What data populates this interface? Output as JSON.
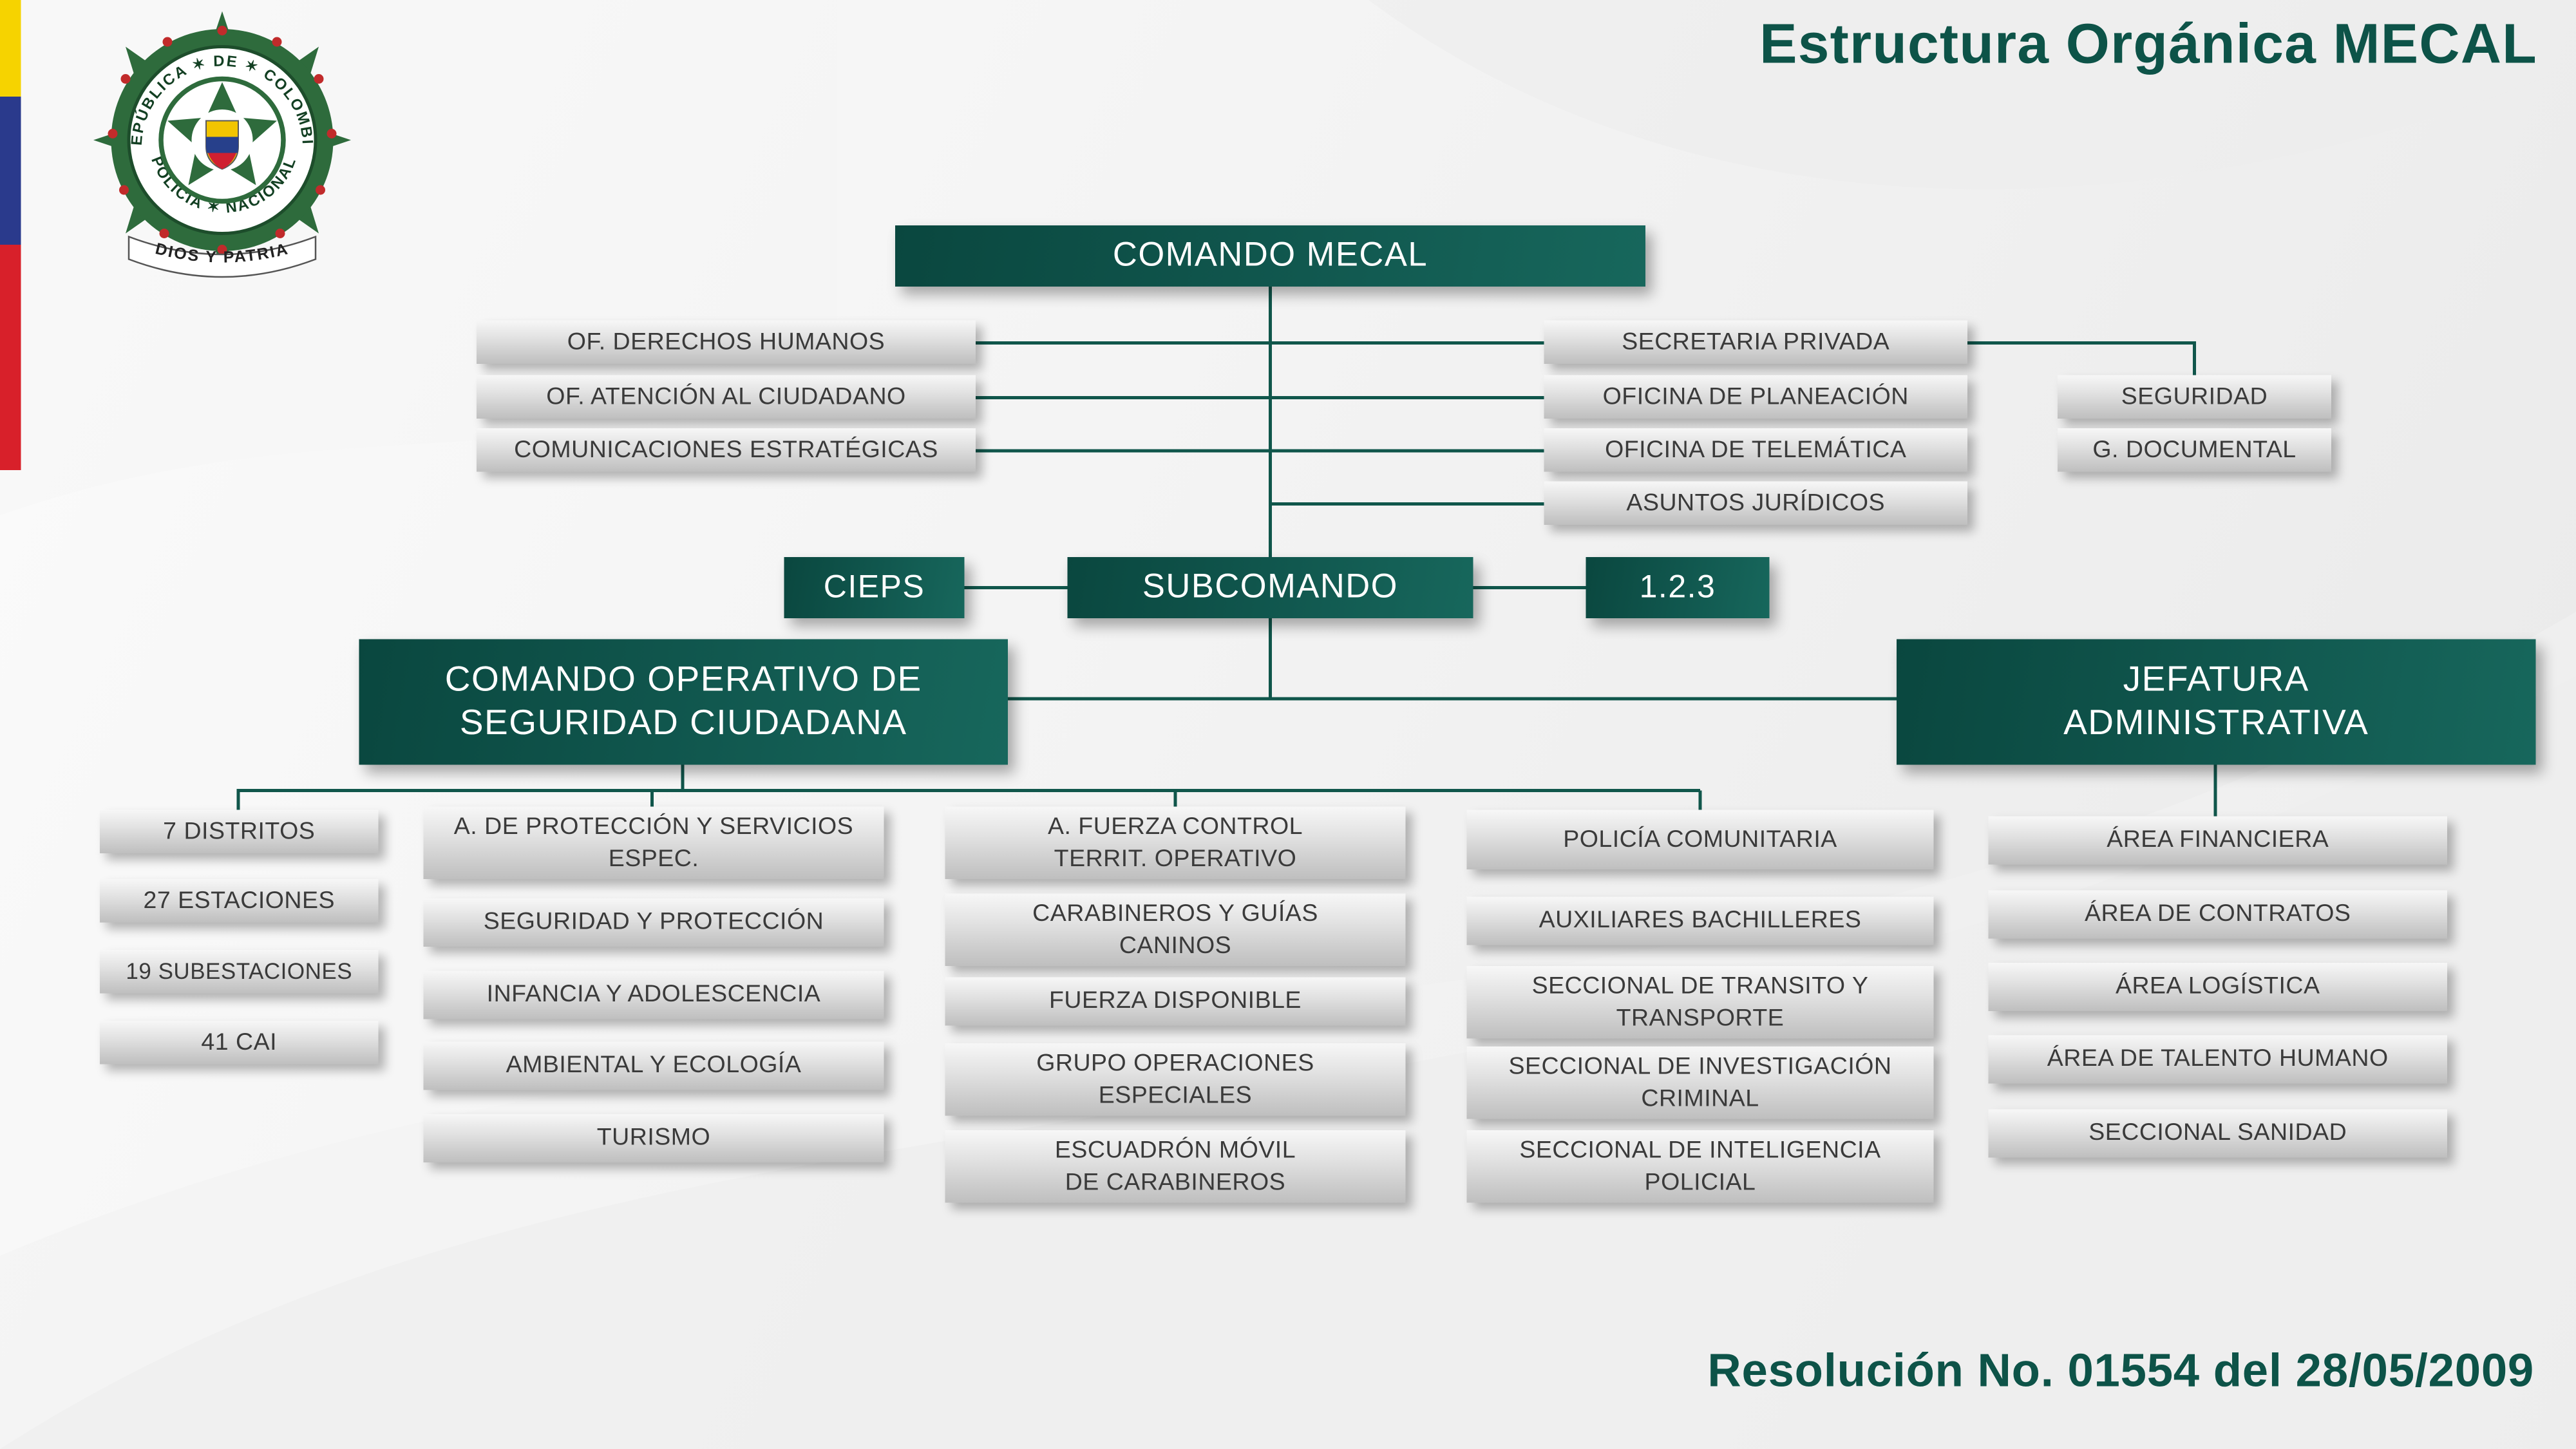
{
  "colors": {
    "teal_dark": "#0a473f",
    "teal_mid": "#11584f",
    "teal_light": "#17675c",
    "accent_text": "#0d5348",
    "line": "#10564b",
    "flag_yellow": "#f6d300",
    "flag_blue": "#2a3a8c",
    "flag_red": "#d8202a"
  },
  "header": {
    "title": "Estructura Orgánica MECAL"
  },
  "footer": {
    "resolution": "Resolución No. 01554 del 28/05/2009"
  },
  "logo": {
    "ring_top": "REPÚBLICA ✶ DE ✶ COLOMBIA",
    "ring_bottom": "POLICÍA ✶ NACIONAL",
    "banner": "DIOS Y PATRIA"
  },
  "org": {
    "root": "COMANDO MECAL",
    "staff_left": [
      "OF.  DERECHOS HUMANOS",
      "OF. ATENCIÓN AL CIUDADANO",
      "COMUNICACIONES ESTRATÉGICAS"
    ],
    "staff_right": [
      "SECRETARIA PRIVADA",
      "OFICINA DE PLANEACIÓN",
      "OFICINA DE TELEMÁTICA",
      "ASUNTOS JURÍDICOS"
    ],
    "staff_far_right": [
      "SEGURIDAD",
      "G. DOCUMENTAL"
    ],
    "cieps": "CIEPS",
    "subcomando": "SUBCOMANDO",
    "code": "1.2.3",
    "branch_operativo": "COMANDO OPERATIVO DE\nSEGURIDAD CIUDADANA",
    "branch_jefatura": "JEFATURA\nADMINISTRATIVA",
    "distritos": [
      "7 DISTRITOS",
      "27 ESTACIONES",
      "19 SUBESTACIONES",
      "41 CAI"
    ],
    "proteccion": [
      "A. DE PROTECCIÓN Y SERVICIOS\nESPEC.",
      "SEGURIDAD Y PROTECCIÓN",
      "INFANCIA Y ADOLESCENCIA",
      "AMBIENTAL Y ECOLOGÍA",
      "TURISMO"
    ],
    "fuerza": [
      "A. FUERZA CONTROL\nTERRIT.  OPERATIVO",
      "CARABINEROS Y GUÍAS\nCANINOS",
      "FUERZA DISPONIBLE",
      "GRUPO OPERACIONES\nESPECIALES",
      "ESCUADRÓN MÓVIL\nDE CARABINEROS"
    ],
    "comunitaria": [
      "POLICÍA COMUNITARIA",
      "AUXILIARES BACHILLERES",
      "SECCIONAL DE TRANSITO Y\nTRANSPORTE",
      "SECCIONAL DE INVESTIGACIÓN\nCRIMINAL",
      "SECCIONAL DE INTELIGENCIA\nPOLICIAL"
    ],
    "administrativa": [
      "ÁREA FINANCIERA",
      "ÁREA DE CONTRATOS",
      "ÁREA LOGÍSTICA",
      "ÁREA DE TALENTO HUMANO",
      "SECCIONAL SANIDAD"
    ]
  }
}
